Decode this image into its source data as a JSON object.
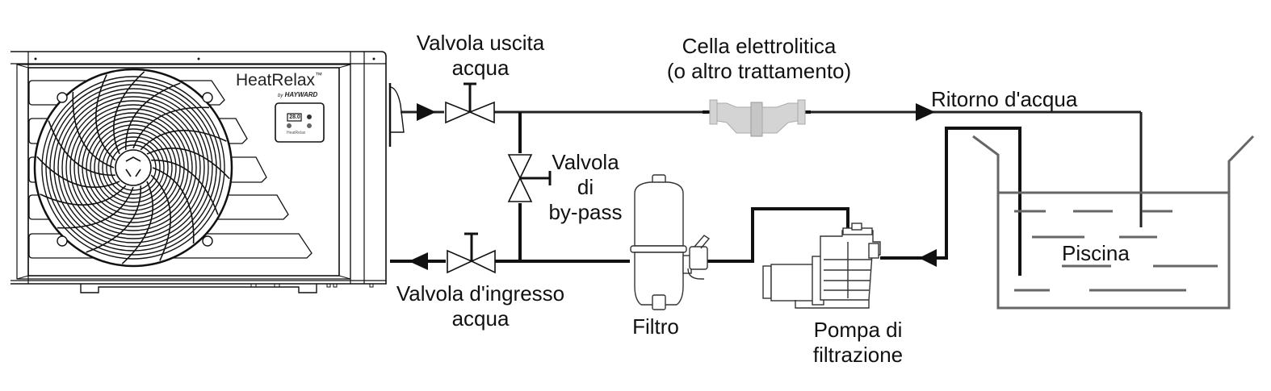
{
  "diagram": {
    "title": "Schema di installazione pompa di calore",
    "labels": {
      "outlet_valve": [
        "Valvola uscita",
        "acqua"
      ],
      "inlet_valve": [
        "Valvola d'ingresso",
        "acqua"
      ],
      "bypass_valve": [
        "Valvola",
        "di",
        "by-pass"
      ],
      "electrolytic_cell": [
        "Cella elettrolitica",
        "(o altro trattamento)"
      ],
      "water_return": "Ritorno d'acqua",
      "pool": "Piscina",
      "filter": "Filtro",
      "pump": [
        "Pompa di",
        "filtrazione"
      ]
    },
    "heat_pump": {
      "brand": "HeatRelax",
      "trademark": "™",
      "maker_prefix": "by",
      "maker": "HAYWARD",
      "display_value": "28.0",
      "panel_label": "HeatRelax"
    },
    "colors": {
      "line": "#111111",
      "cell_fill": "#d4d4d4",
      "pool_line": "#666666"
    }
  }
}
